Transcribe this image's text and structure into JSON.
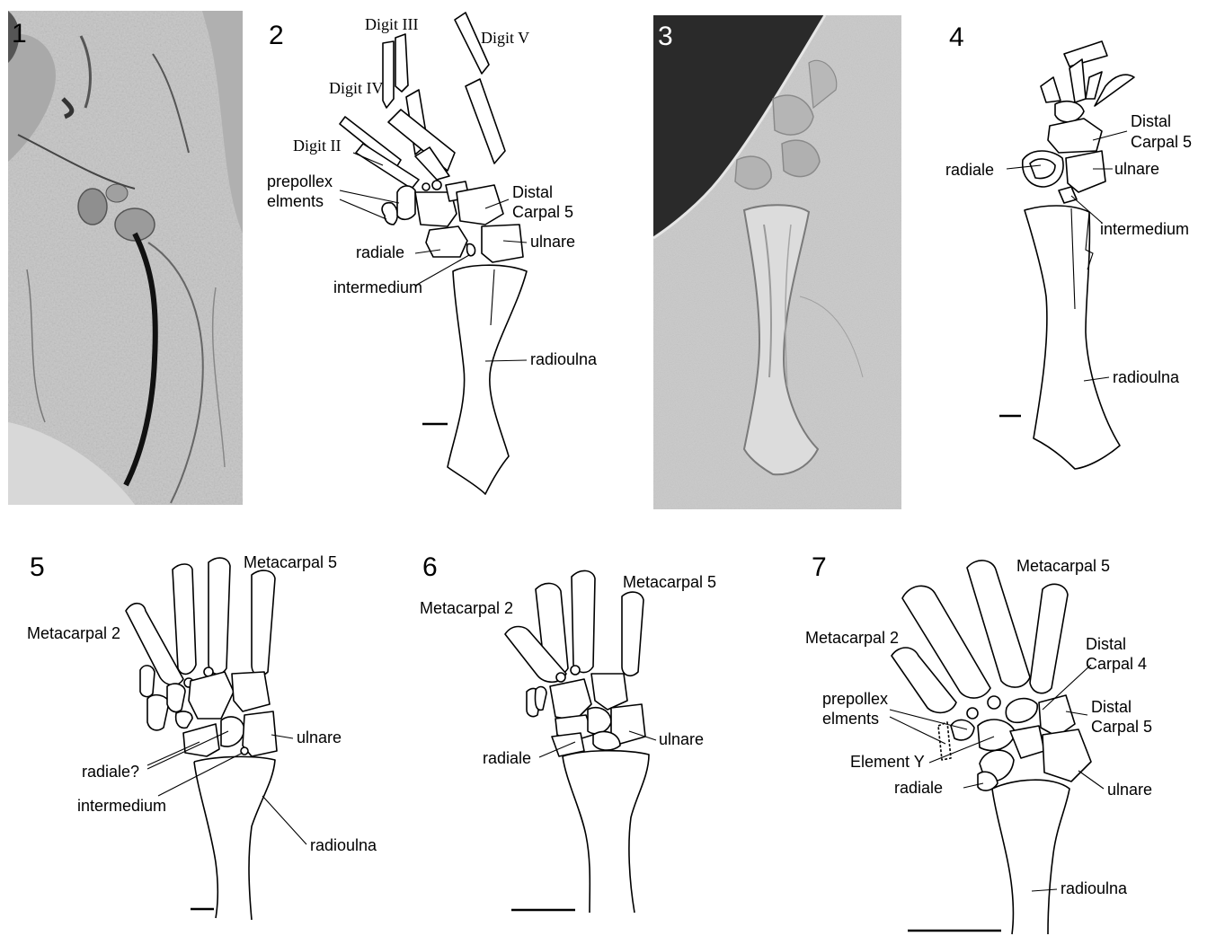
{
  "panels": [
    {
      "number": "1",
      "type": "photo"
    },
    {
      "number": "2",
      "type": "drawing",
      "labels": {
        "digit_3": "Digit III",
        "digit_5": "Digit V",
        "digit_4": "Digit IV",
        "digit_2": "Digit II",
        "prepollex_1": "prepollex",
        "prepollex_2": "elments",
        "distal_carpal_1": "Distal",
        "distal_carpal_2": "Carpal 5",
        "radiale": "radiale",
        "ulnare": "ulnare",
        "intermedium": "intermedium",
        "radioulna": "radioulna"
      }
    },
    {
      "number": "3",
      "type": "photo"
    },
    {
      "number": "4",
      "type": "drawing",
      "labels": {
        "distal_carpal_1": "Distal",
        "distal_carpal_2": "Carpal 5",
        "radiale": "radiale",
        "ulnare": "ulnare",
        "intermedium": "intermedium",
        "radioulna": "radioulna"
      }
    },
    {
      "number": "5",
      "type": "drawing",
      "labels": {
        "metacarpal_5": "Metacarpal 5",
        "metacarpal_2": "Metacarpal 2",
        "ulnare": "ulnare",
        "radiale": "radiale?",
        "intermedium": "intermedium",
        "radioulna": "radioulna"
      }
    },
    {
      "number": "6",
      "type": "drawing",
      "labels": {
        "metacarpal_5": "Metacarpal 5",
        "metacarpal_2": "Metacarpal 2",
        "radiale": "radiale",
        "ulnare": "ulnare"
      }
    },
    {
      "number": "7",
      "type": "drawing",
      "labels": {
        "metacarpal_5": "Metacarpal 5",
        "metacarpal_2": "Metacarpal 2",
        "distal_carpal_4_1": "Distal",
        "distal_carpal_4_2": "Carpal 4",
        "prepollex_1": "prepollex",
        "prepollex_2": "elments",
        "distal_carpal_5_1": "Distal",
        "distal_carpal_5_2": "Carpal 5",
        "element_y": "Element Y",
        "radiale": "radiale",
        "ulnare": "ulnare",
        "radioulna": "radioulna"
      }
    }
  ],
  "colors": {
    "photo_light": "#c8c8c8",
    "photo_dark": "#2a2a2a",
    "line": "#000000"
  }
}
